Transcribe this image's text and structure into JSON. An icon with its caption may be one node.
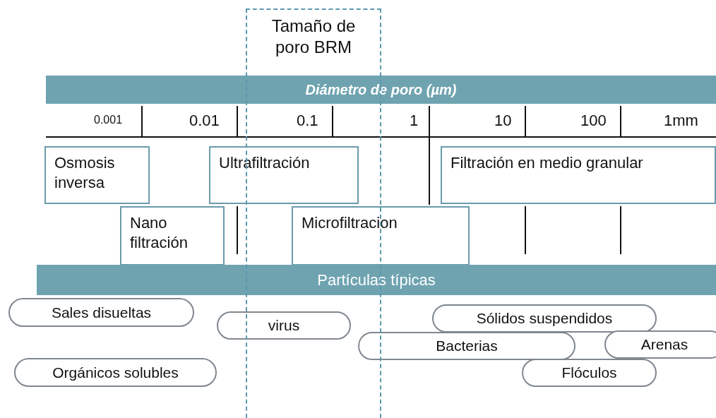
{
  "diagram": {
    "nodes": [
      {
        "text": [
          "Tamaño de poro BRM"
        ]
      },
      {
        "text": [
          "Diámetro de poro (µm)"
        ]
      },
      {
        "text": [
          "Osmosis inversa"
        ]
      },
      {
        "text": [
          "Ultrafiltración"
        ]
      },
      {
        "text": [
          "Filtración en medio granular"
        ]
      },
      {
        "text": [
          "Nano filtración"
        ]
      },
      {
        "text": [
          "Microfiltracion"
        ]
      },
      {
        "text": [
          "Partículas típicas"
        ]
      },
      {
        "text": [
          "Sales disueltas"
        ]
      },
      {
        "text": [
          "Sólidos suspendidos"
        ]
      },
      {
        "text": [
          "virus"
        ]
      },
      {
        "text": [
          "Bacterias"
        ]
      },
      {
        "text": [
          "Arenas"
        ]
      },
      {
        "text": [
          "Orgánicos solubles"
        ]
      },
      {
        "text": [
          "Flóculos"
        ]
      }
    ],
    "labels": [
      "0.001",
      "0.01",
      "0.1",
      "1",
      "10",
      "100",
      "1mm"
    ]
  }
}
